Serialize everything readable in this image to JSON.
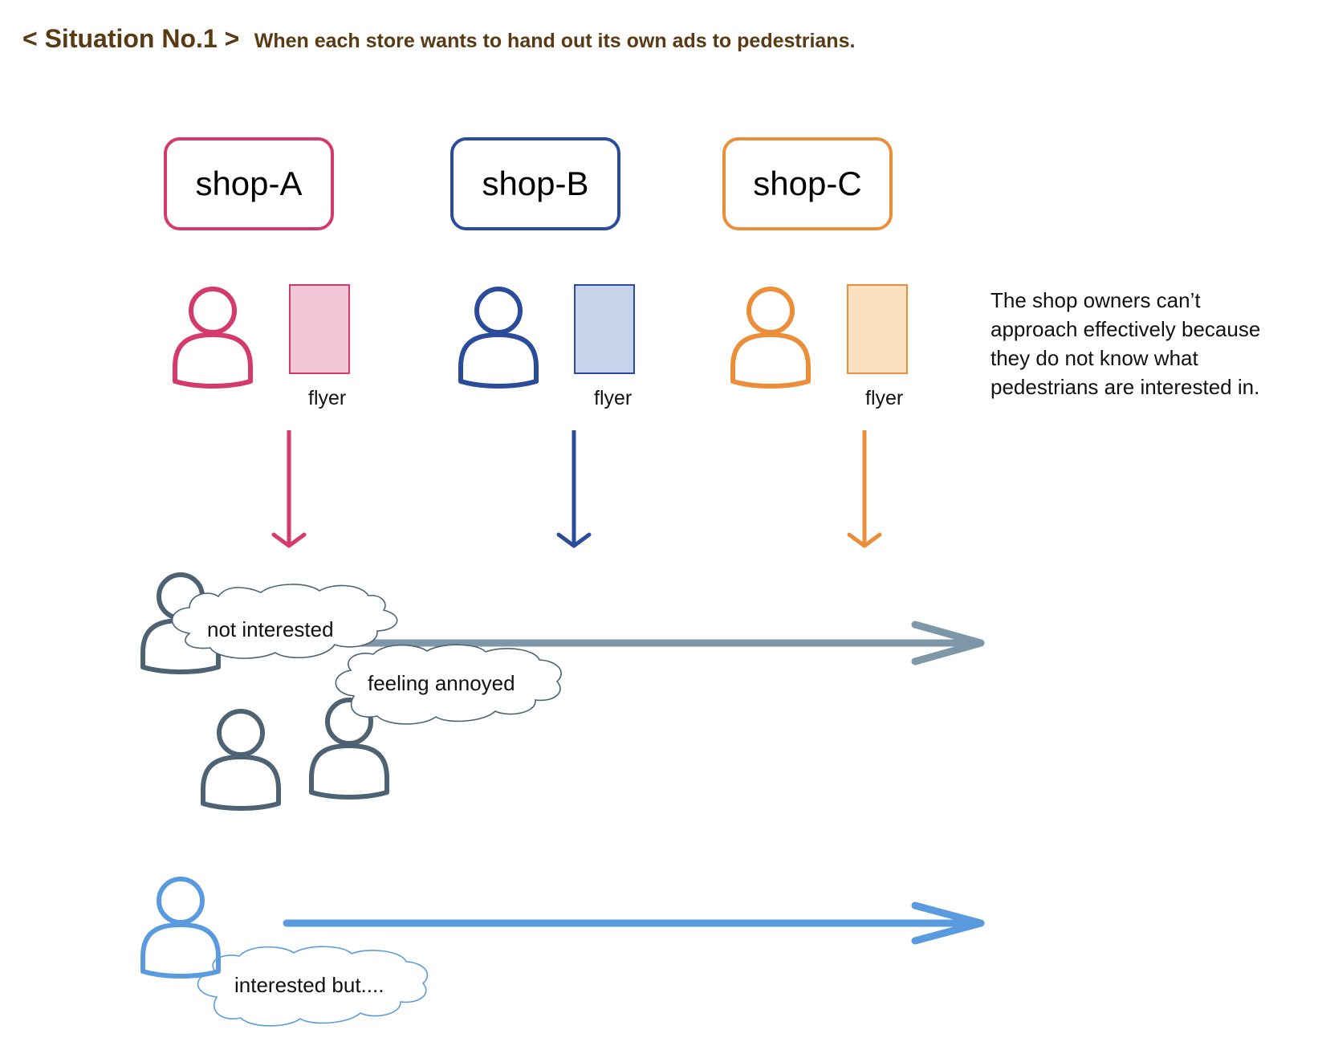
{
  "header": {
    "title": "< Situation No.1 >",
    "subtitle": "When each store wants to hand out its own ads to pedestrians."
  },
  "shops": [
    {
      "label": "shop-A",
      "flyer_label": "flyer",
      "color": "#d43b6c",
      "flyer_fill": "#f2c7d7"
    },
    {
      "label": "shop-B",
      "flyer_label": "flyer",
      "color": "#2b4c9b",
      "flyer_fill": "#c6d3ea"
    },
    {
      "label": "shop-C",
      "flyer_label": "flyer",
      "color": "#ea8e3a",
      "flyer_fill": "#fbe0c2"
    }
  ],
  "note": {
    "lines": [
      "The shop owners can’t",
      "approach effectively because",
      "they do not know what",
      "pedestrians are interested in."
    ]
  },
  "pedestrians": {
    "uninterested_color": "#4d6272",
    "uninterested_arrow_color": "#7d97a8",
    "interested_color": "#5a9be0",
    "interested_arrow_color": "#5a9be0",
    "clouds": {
      "not_interested": "not interested",
      "feeling_annoyed": "feeling annoyed",
      "interested_but": "interested but...."
    }
  }
}
